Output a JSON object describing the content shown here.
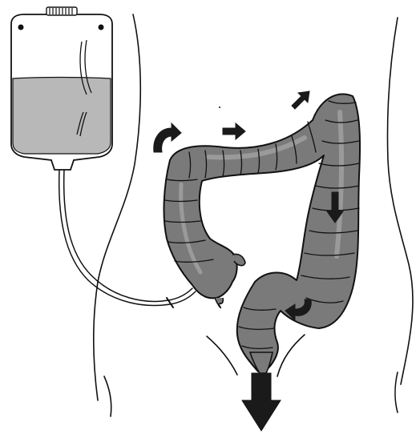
{
  "diagram": {
    "labels": [],
    "colors": {
      "line": "#111111",
      "colon_fill": "#7a7a7a",
      "colon_highlight": "#9a9a9a",
      "fluid_fill": "#b8b8b8",
      "arrow_fill": "#1a1a1a",
      "background": "#ffffff"
    },
    "components": [
      "body-outline",
      "enema-bag",
      "fluid",
      "tube",
      "large-intestine",
      "flow-arrows",
      "exit-arrow"
    ],
    "flow_direction": "clockwise"
  }
}
